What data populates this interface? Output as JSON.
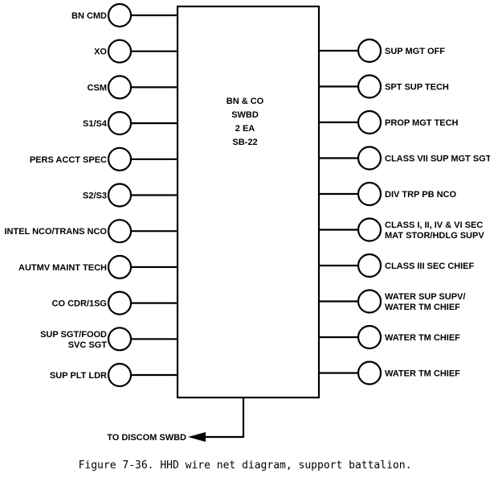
{
  "switchboard": {
    "lines": [
      "BN & CO",
      "SWBD",
      "2 EA",
      "SB-22"
    ]
  },
  "left_stations": [
    {
      "lines": [
        "BN CMD"
      ]
    },
    {
      "lines": [
        "XO"
      ]
    },
    {
      "lines": [
        "CSM"
      ]
    },
    {
      "lines": [
        "S1/S4"
      ]
    },
    {
      "lines": [
        "PERS ACCT SPEC"
      ]
    },
    {
      "lines": [
        "S2/S3"
      ]
    },
    {
      "lines": [
        "INTEL NCO/TRANS NCO"
      ]
    },
    {
      "lines": [
        "AUTMV MAINT TECH"
      ]
    },
    {
      "lines": [
        "CO CDR/1SG"
      ]
    },
    {
      "lines": [
        "SUP SGT/FOOD",
        "SVC SGT"
      ]
    },
    {
      "lines": [
        "SUP PLT LDR"
      ]
    }
  ],
  "right_stations": [
    {
      "lines": [
        "SUP MGT OFF"
      ]
    },
    {
      "lines": [
        "SPT SUP TECH"
      ]
    },
    {
      "lines": [
        "PROP MGT TECH"
      ]
    },
    {
      "lines": [
        "CLASS VII SUP MGT SGT"
      ]
    },
    {
      "lines": [
        "DIV TRP PB NCO"
      ]
    },
    {
      "lines": [
        "CLASS I, II, IV & VI SEC",
        "MAT STOR/HDLG SUPV"
      ]
    },
    {
      "lines": [
        "CLASS III SEC CHIEF"
      ]
    },
    {
      "lines": [
        "WATER SUP SUPV/",
        "WATER TM CHIEF"
      ]
    },
    {
      "lines": [
        "WATER TM CHIEF"
      ]
    },
    {
      "lines": [
        "WATER TM CHIEF"
      ]
    }
  ],
  "output_link": {
    "label": "TO DISCOM SWBD"
  },
  "caption": "Figure 7-36. HHD wire net diagram, support battalion."
}
